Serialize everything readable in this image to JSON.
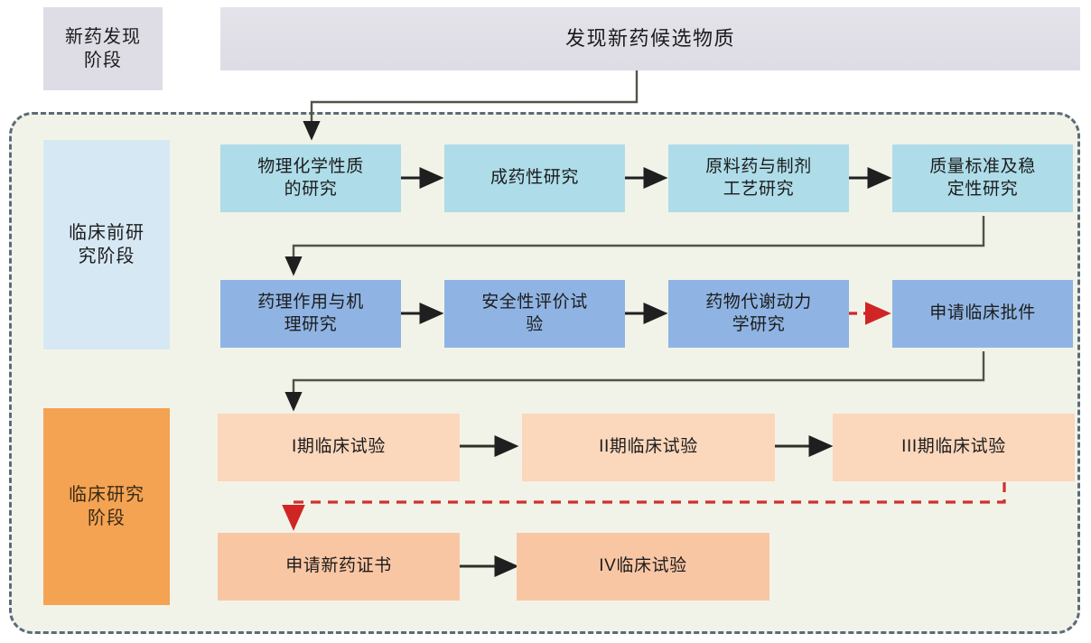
{
  "colors": {
    "banner_bg": "#dddce5",
    "chip_discovery_bg": "#dedde6",
    "chip_preclinical_bg": "#d6e8f4",
    "chip_clinical_bg": "#f4a352",
    "box_lightblue": "#aedce9",
    "box_blue": "#8fb4e3",
    "box_peach": "#fbd7bc",
    "box_peach_dark": "#f9c6a4",
    "region_bg": "#f2f3e8",
    "region_border": "#5b6b7a",
    "arrow_dark": "#1f1f1f",
    "connector_line": "#555d4e",
    "arrow_red": "#d32020"
  },
  "banner": {
    "label": "发现新药候选物质"
  },
  "stages": [
    {
      "id": "discovery",
      "label": "新药发现\n阶段"
    },
    {
      "id": "preclinical",
      "label": "临床前研\n究阶段"
    },
    {
      "id": "clinical",
      "label": "临床研究\n阶段"
    }
  ],
  "rows": {
    "preclinical_row1": [
      {
        "id": "physchem",
        "label": "物理化学性质\n的研究"
      },
      {
        "id": "druggability",
        "label": "成药性研究"
      },
      {
        "id": "api-process",
        "label": "原料药与制剂\n工艺研究"
      },
      {
        "id": "quality-stability",
        "label": "质量标准及稳\n定性研究"
      }
    ],
    "preclinical_row2": [
      {
        "id": "pharmacology",
        "label": "药理作用与机\n理研究"
      },
      {
        "id": "safety-eval",
        "label": "安全性评价试\n验"
      },
      {
        "id": "pharmacokinetics",
        "label": "药物代谢动力\n学研究"
      },
      {
        "id": "clinical-approval",
        "label": "申请临床批件"
      }
    ],
    "clinical_row1": [
      {
        "id": "phase-1",
        "label": "I期临床试验"
      },
      {
        "id": "phase-2",
        "label": "II期临床试验"
      },
      {
        "id": "phase-3",
        "label": "III期临床试验"
      }
    ],
    "clinical_row2": [
      {
        "id": "new-drug-certificate",
        "label": "申请新药证书"
      },
      {
        "id": "phase-4",
        "label": "IV临床试验"
      }
    ]
  },
  "connectors": [
    {
      "id": "banner-to-physchem",
      "style": "solid",
      "color": "#555d4e"
    },
    {
      "id": "physchem-to-druggability",
      "style": "solid-arrow",
      "color": "#1f1f1f"
    },
    {
      "id": "druggability-to-api",
      "style": "solid-arrow",
      "color": "#1f1f1f"
    },
    {
      "id": "api-to-quality",
      "style": "solid-arrow",
      "color": "#1f1f1f"
    },
    {
      "id": "quality-to-pharmacology",
      "style": "solid",
      "color": "#555d4e"
    },
    {
      "id": "pharmacology-to-safety",
      "style": "solid-arrow",
      "color": "#1f1f1f"
    },
    {
      "id": "safety-to-pk",
      "style": "solid-arrow",
      "color": "#1f1f1f"
    },
    {
      "id": "pk-to-approval",
      "style": "dashed-arrow",
      "color": "#d32020"
    },
    {
      "id": "approval-to-phase1",
      "style": "solid",
      "color": "#555d4e"
    },
    {
      "id": "phase1-to-phase2",
      "style": "solid-arrow",
      "color": "#1f1f1f"
    },
    {
      "id": "phase2-to-phase3",
      "style": "solid-arrow",
      "color": "#1f1f1f"
    },
    {
      "id": "phase3-to-certificate",
      "style": "dashed-arrow",
      "color": "#d32020"
    },
    {
      "id": "certificate-to-phase4",
      "style": "solid-arrow",
      "color": "#1f1f1f"
    }
  ]
}
